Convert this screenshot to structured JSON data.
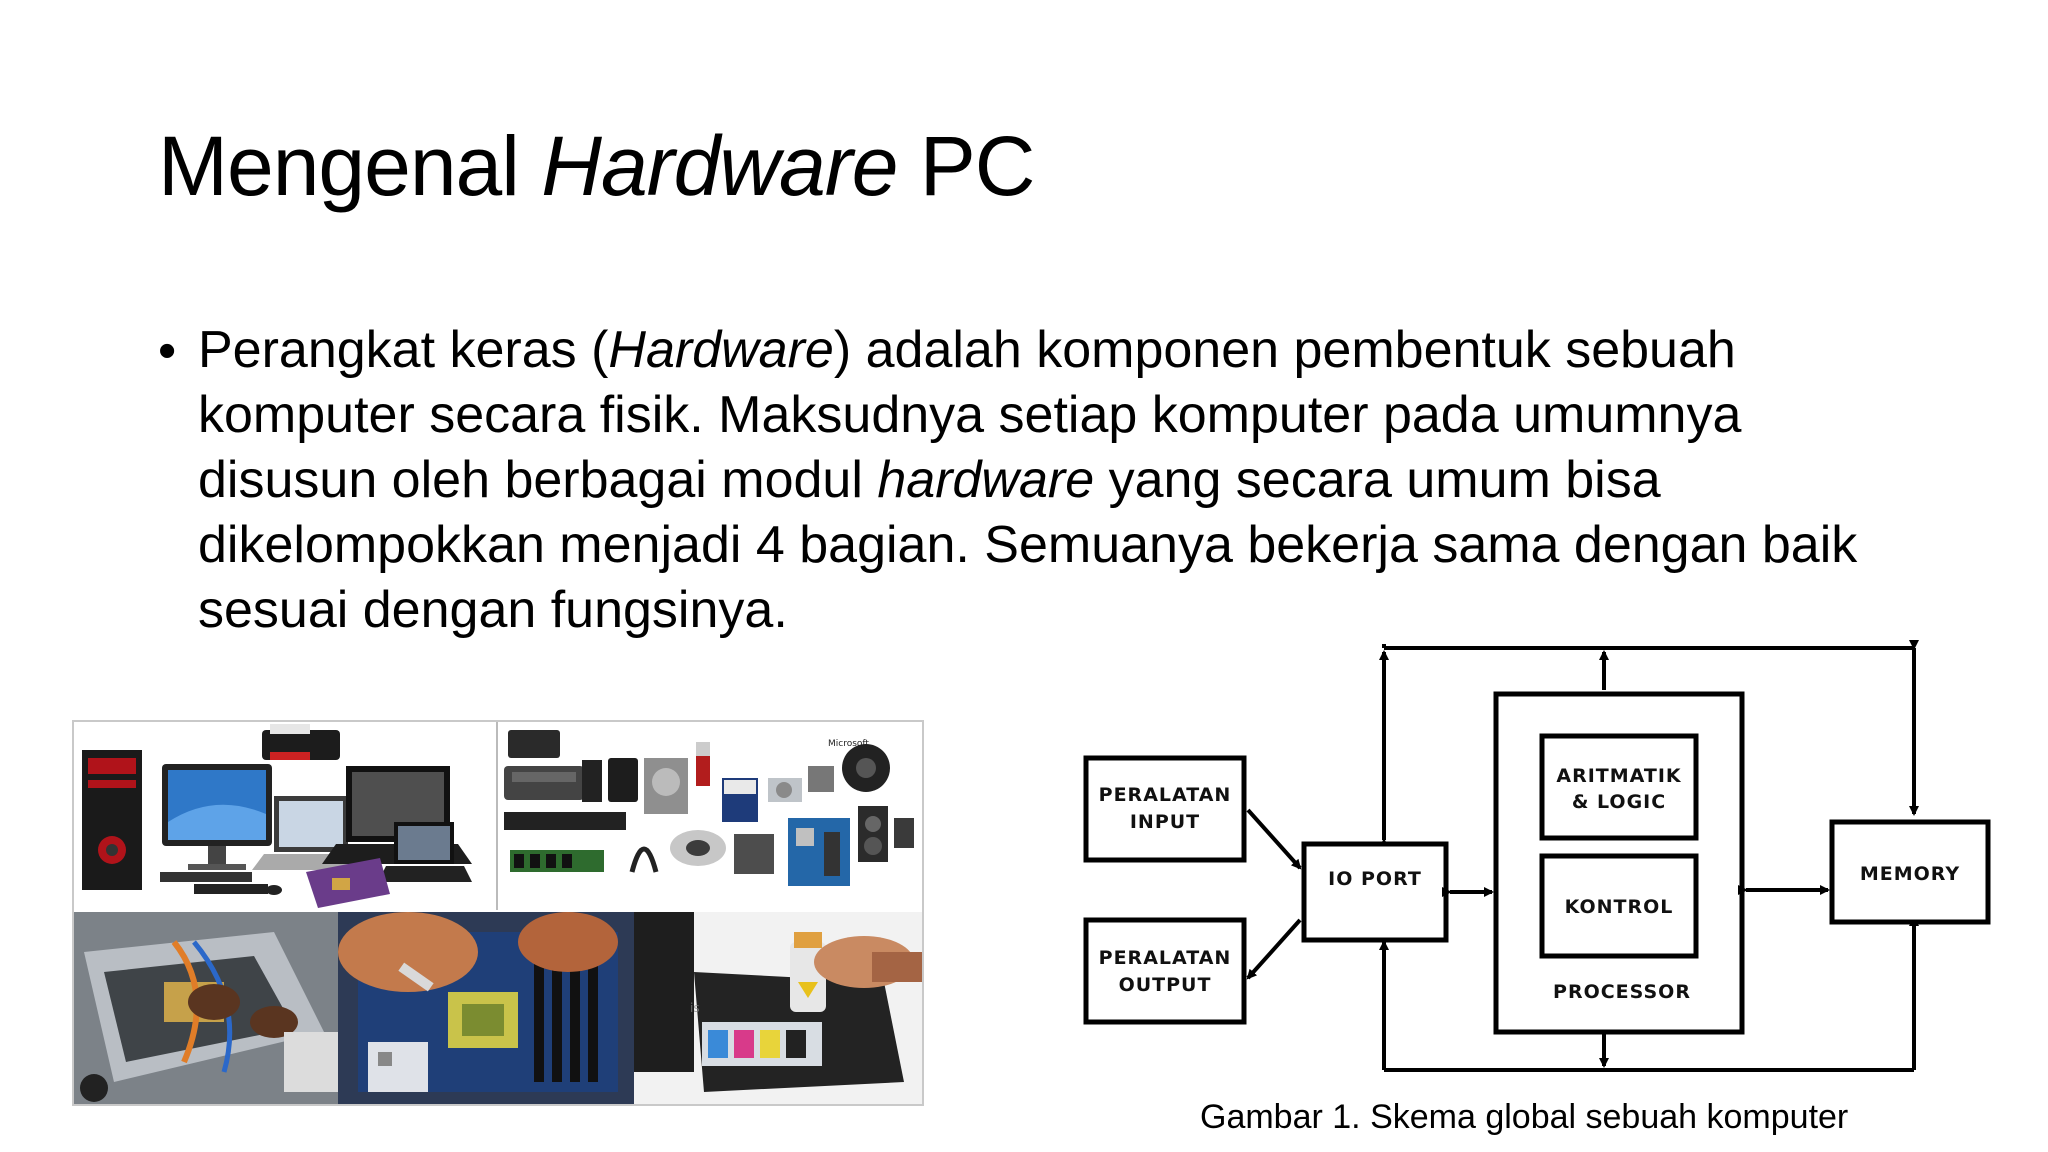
{
  "title": {
    "part1": "Mengenal ",
    "italic": "Hardware",
    "part2": " PC"
  },
  "bullet": {
    "symbol": "•",
    "seg1": "Perangkat keras (",
    "seg2_italic": "Hardware",
    "seg3": ") adalah komponen pembentuk sebuah komputer secara fisik. Maksudnya setiap komputer pada umumnya disusun oleh berbagai modul ",
    "seg4_italic": "hardware",
    "seg5": " yang secara umum bisa dikelompokkan menjadi 4 bagian. Semuanya bekerja sama dengan baik sesuai dengan fungsinya."
  },
  "collage": {
    "panels": [
      "desktop-laptop-printer-photo",
      "computer-components-photo",
      "pc-assembly-photo",
      "motherboard-repair-photo",
      "printer-ink-refill-photo"
    ]
  },
  "diagram": {
    "input_line1": "PERALATAN",
    "input_line2": "INPUT",
    "output_line1": "PERALATAN",
    "output_line2": "OUTPUT",
    "io_port": "IO PORT",
    "alu_line1": "ARITMATIK",
    "alu_line2": "& LOGIC",
    "control": "KONTROL",
    "processor": "PROCESSOR",
    "memory": "MEMORY"
  },
  "caption": "Gambar 1. Skema global sebuah komputer"
}
